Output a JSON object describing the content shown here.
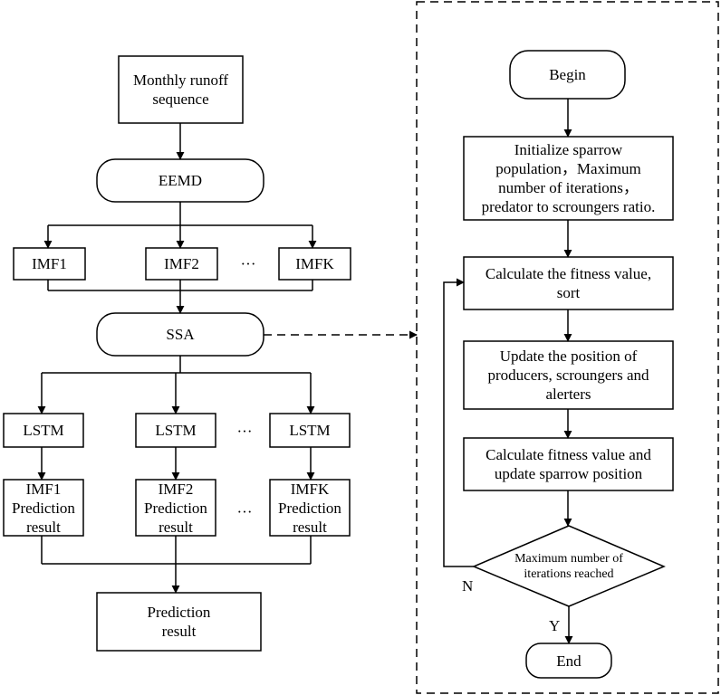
{
  "left_flow": {
    "input": "Monthly runoff\nsequence",
    "decomposition": "EEMD",
    "imfs": [
      "IMF1",
      "IMF2",
      "IMFK"
    ],
    "optimizer": "SSA",
    "models": [
      "LSTM",
      "LSTM",
      "LSTM"
    ],
    "component_results": [
      "IMF1\nPrediction\nresult",
      "IMF2\nPrediction\nresult",
      "IMFK\nPrediction\nresult"
    ],
    "ellipsis": "···",
    "output": "Prediction\nresult"
  },
  "right_flow": {
    "begin": "Begin",
    "initialize": "Initialize sparrow\npopulation，Maximum\nnumber of iterations，\npredator to scroungers ratio.",
    "fitness": "Calculate the fitness value,\nsort",
    "update_position": "Update the position of\nproducers, scroungers and\nalerters",
    "update_sparrow": "Calculate fitness value and\nupdate sparrow position",
    "decision": "Maximum number of\niterations reached",
    "no_label": "N",
    "yes_label": "Y",
    "end": "End"
  }
}
